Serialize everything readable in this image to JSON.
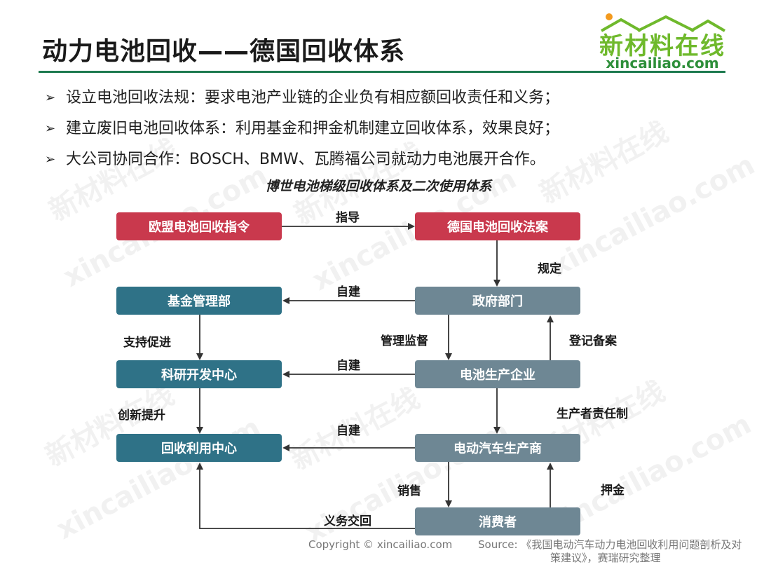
{
  "title": "动力电池回收——德国回收体系",
  "logo": {
    "cn": "新材料在线",
    "en": "xincailiao.com"
  },
  "bullets": [
    "设立电池回收法规：要求电池产业链的企业负有相应额回收责任和义务；",
    "建立废旧电池回收体系：利用基金和押金机制建立回收体系，效果良好；",
    "大公司协同合作：BOSCH、BMW、瓦腾福公司就动力电池展开合作。"
  ],
  "bullet_marker": "➢",
  "diagram": {
    "title": "博世电池梯级回收体系及二次使用体系",
    "nodes": {
      "eu_directive": "欧盟电池回收指令",
      "de_law": "德国电池回收法案",
      "fund_dept": "基金管理部",
      "gov": "政府部门",
      "rnd_center": "科研开发中心",
      "battery_maker": "电池生产企业",
      "recycle_center": "回收利用中心",
      "ev_maker": "电动汽车生产商",
      "consumer": "消费者"
    },
    "edges": {
      "guide": "指导",
      "regulate": "规定",
      "self_build_1": "自建",
      "self_build_2": "自建",
      "self_build_3": "自建",
      "support": "支持促进",
      "supervise": "管理监督",
      "register": "登记备案",
      "innovate": "创新提升",
      "producer_resp": "生产者责任制",
      "sales": "销售",
      "deposit": "押金",
      "return": "义务交回"
    },
    "colors": {
      "red": "#c9394d",
      "teal": "#2f7287",
      "slate": "#6e8794"
    }
  },
  "watermark": {
    "cn": "新材料在线",
    "en": "xincailiao.com"
  },
  "footer": {
    "copyright": "Copyright © xincailiao.com",
    "source_line1": "Source: 《我国电动汽车动力电池回收利用问题剖析及对",
    "source_line2": "策建议》，赛瑞研究整理"
  }
}
